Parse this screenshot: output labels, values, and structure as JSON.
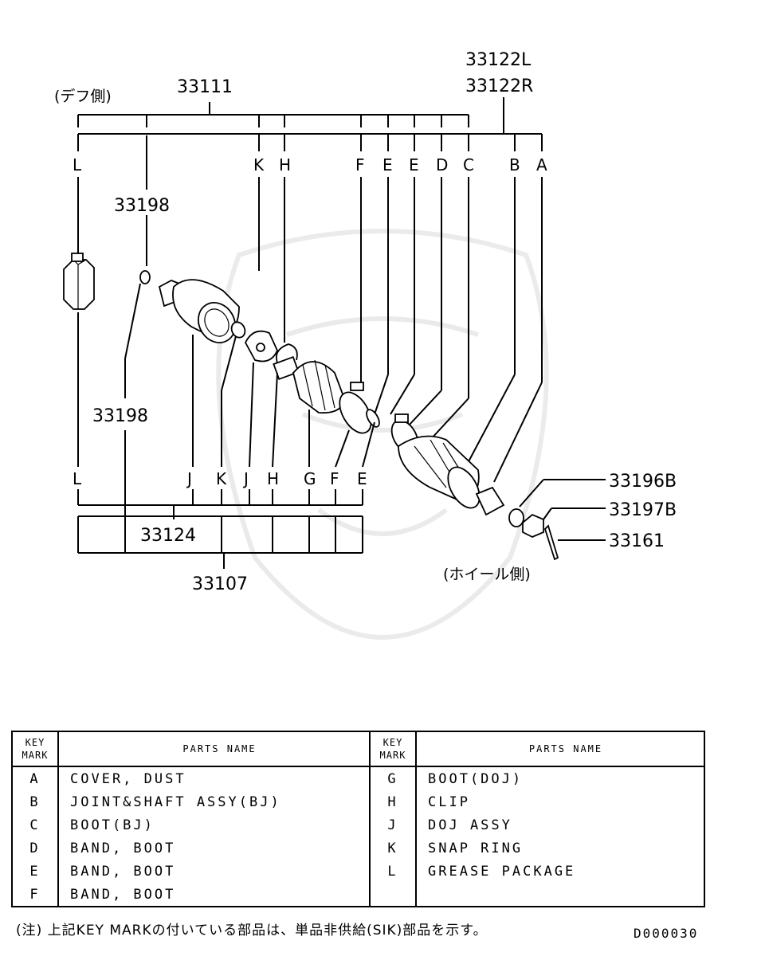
{
  "side_labels": {
    "diff": "(デフ側)",
    "wheel": "(ホイール側)"
  },
  "part_numbers": {
    "p33111": "33111",
    "p33122l": "33122L",
    "p33122r": "33122R",
    "p33198_top": "33198",
    "p33198_mid": "33198",
    "p33124": "33124",
    "p33107": "33107",
    "p33196b": "33196B",
    "p33197b": "33197B",
    "p33161": "33161"
  },
  "top_keys": [
    "L",
    "K",
    "H",
    "F",
    "E",
    "E",
    "D",
    "C",
    "B",
    "A"
  ],
  "bottom_keys": [
    "L",
    "J",
    "K",
    "J",
    "H",
    "G",
    "F",
    "E"
  ],
  "legend": {
    "key_header": "KEY",
    "mark_header": "MARK",
    "parts_header": "PARTS NAME",
    "left_rows": [
      {
        "key": "A",
        "name": "COVER, DUST"
      },
      {
        "key": "B",
        "name": "JOINT&SHAFT ASSY(BJ)"
      },
      {
        "key": "C",
        "name": "BOOT(BJ)"
      },
      {
        "key": "D",
        "name": "BAND, BOOT"
      },
      {
        "key": "E",
        "name": "BAND, BOOT"
      },
      {
        "key": "F",
        "name": "BAND, BOOT"
      }
    ],
    "right_rows": [
      {
        "key": "G",
        "name": "BOOT(DOJ)"
      },
      {
        "key": "H",
        "name": "CLIP"
      },
      {
        "key": "J",
        "name": "DOJ ASSY"
      },
      {
        "key": "K",
        "name": "SNAP RING"
      },
      {
        "key": "L",
        "name": "GREASE PACKAGE"
      },
      {
        "key": "",
        "name": ""
      }
    ]
  },
  "footnote": "(注) 上記KEY MARKの付いている部品は、単品非供給(SIK)部品を示す。",
  "doc_id": "D000030"
}
